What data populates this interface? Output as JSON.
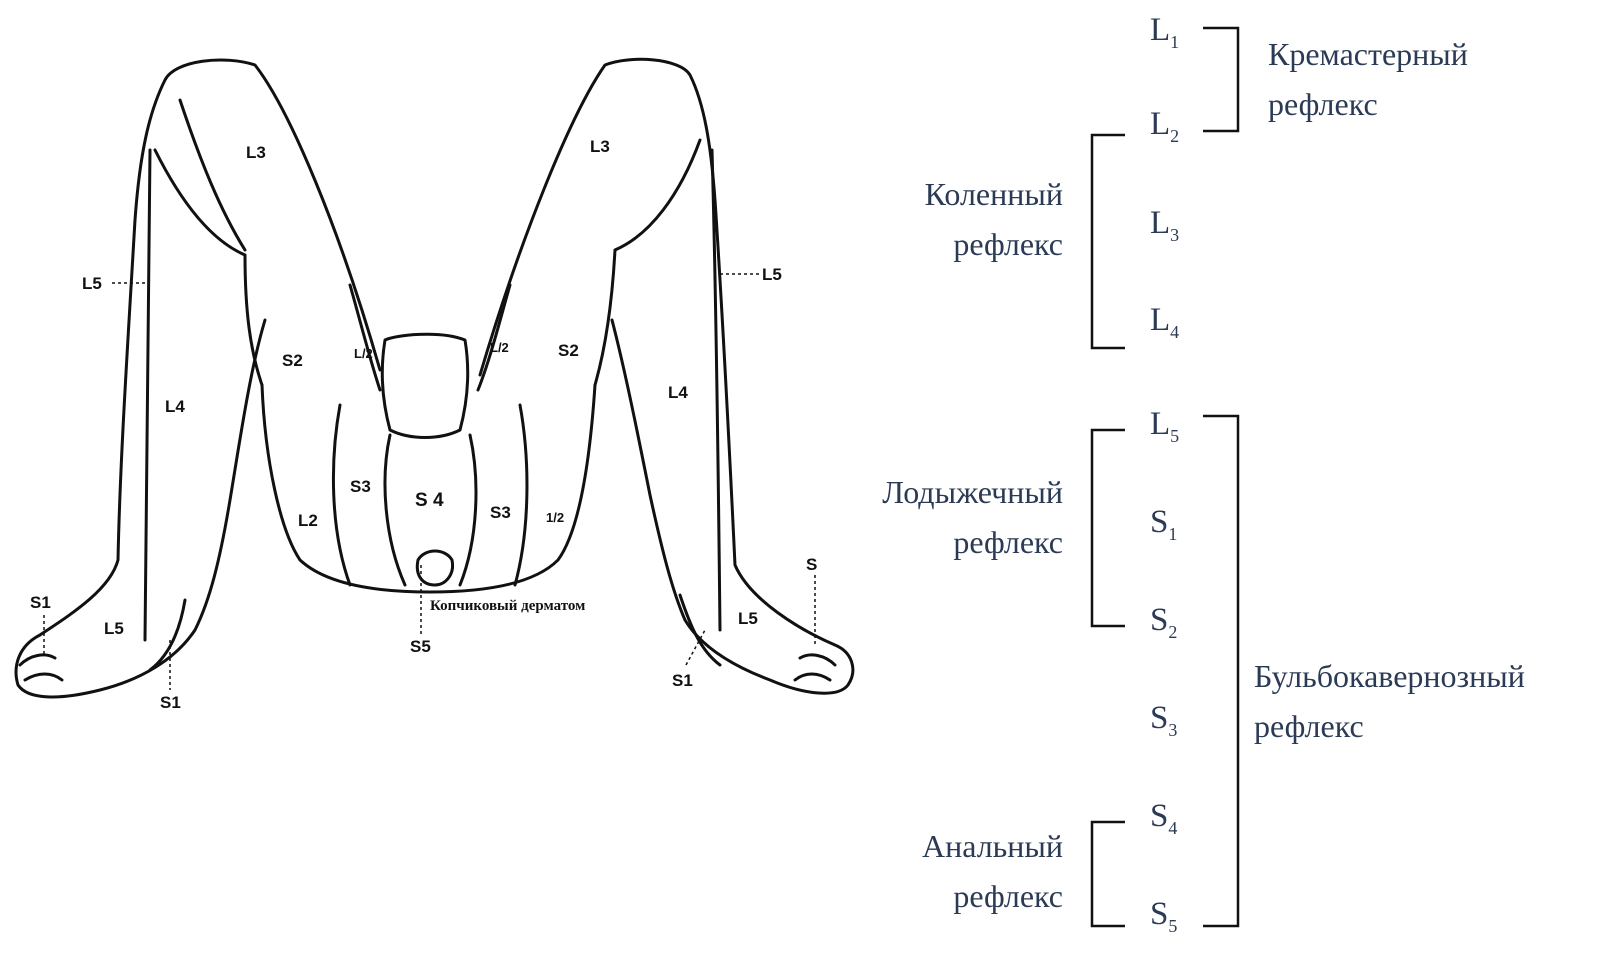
{
  "diagram": {
    "dermatome_labels": {
      "l3_left": "L3",
      "l3_right": "L3",
      "l5_left_thigh": "L5",
      "l5_right_thigh": "L5",
      "s2_left": "S2",
      "s2_right": "S2",
      "l2_left_inner": "L/2",
      "l2_right_inner": "L/2",
      "l4_left": "L4",
      "l4_right": "L4",
      "s3_left": "S3",
      "s3_right": "S3",
      "s4": "S 4",
      "l2_left_lower": "L2",
      "l2_right_lower": "1/2",
      "s1_left_toe": "S1",
      "l5_left_foot": "L5",
      "s1_left_heel": "S1",
      "s_right_toe": "S",
      "l5_right_foot": "L5",
      "s1_right_heel": "S1",
      "s5": "S5"
    },
    "coccygeal_caption": "Копчиковый дерматом"
  },
  "segments": [
    {
      "letter": "L",
      "index": "1"
    },
    {
      "letter": "L",
      "index": "2"
    },
    {
      "letter": "L",
      "index": "3"
    },
    {
      "letter": "L",
      "index": "4"
    },
    {
      "letter": "L",
      "index": "5"
    },
    {
      "letter": "S",
      "index": "1"
    },
    {
      "letter": "S",
      "index": "2"
    },
    {
      "letter": "S",
      "index": "3"
    },
    {
      "letter": "S",
      "index": "4"
    },
    {
      "letter": "S",
      "index": "5"
    }
  ],
  "reflexes": {
    "cremaster": {
      "line1": "Кремастерный",
      "line2": "рефлекс"
    },
    "knee": {
      "line1": "Коленный",
      "line2": "рефлекс"
    },
    "ankle": {
      "line1": "Лодыжечный",
      "line2": "рефлекс"
    },
    "bulbocavernosus": {
      "line1": "Бульбокавернозный",
      "line2": "рефлекс"
    },
    "anal": {
      "line1": "Анальный",
      "line2": "рефлекс"
    }
  },
  "colors": {
    "ink": "#111111",
    "text": "#2b3a55"
  }
}
